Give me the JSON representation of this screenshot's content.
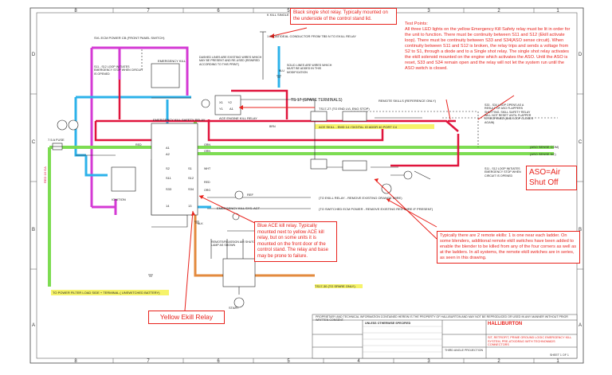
{
  "colors": {
    "red_wire": "#e0143c",
    "green_wire": "#7ddc52",
    "blue_wire": "#2cb2ea",
    "magenta_wire": "#d43ad4",
    "orange_wire": "#e38a3e",
    "yellow_band": "#f6f36a",
    "note_red": "#e8231d",
    "line_dark": "#222222"
  },
  "border": {
    "top_cols": [
      "8",
      "7",
      "6",
      "5",
      "4",
      "3",
      "2",
      "1"
    ],
    "bottom_cols": [
      "8",
      "7",
      "6",
      "5",
      "4",
      "3",
      "2",
      "1"
    ],
    "rows": [
      "D",
      "C",
      "B",
      "A"
    ]
  },
  "callouts": {
    "single_shot_relay": "Black single shot relay. Typically mounted on the underside of the control stand lid.",
    "ace_kill_relay": "Blue ACE kill relay. Typically mounted next to yellow ACE kill relay, but on some units it is mounted on the front door of the control stand. The relay and base may be prone to failure.",
    "remote_ekills": "Typically there are 2 remote ekills: 1 is one near each ladder. On some blenders, additional remote ekill switches have been added to enable the blender to be killed from any of the four corners as well as at the ladders. In all systems, the remote ekill switches are in series, as seen in this drawing.",
    "test_points_title": "Test Points:",
    "test_points_body": "All three LED lights on the yellow Emergency Kill Safety relay must be lit in order for the unit to function. There must be continuity between S11 and S12 (Ekill activate loop). There must be continuity between S33 and S34(ASO sense circuit). When continuity between S11 and S12 is broken, the relay trips and sends a voltage from S2 to S1, through a diode and to a Single shot relay. The single shot relay activates the ekill solenoid mounted on the engine which activates the ASO. Until the ASO is reset, S33 and S34 remain open and the relay will not let the system run until the ASO switch is closed.",
    "aso": "ASO=Air Shut Off",
    "yellow_ekill_relay": "Yellow Ekill Relay"
  },
  "schematic": {
    "kill_single_shot": "K KILL SINGLE SHOT (BASE SKILL)",
    "flow_conductor": "1 FLOAT/DEAL CONDUCTOR FROM TB5 N TO EKILL RELAY",
    "ecm_power": "SVL ECM POWER CB (FRONT PANEL SWITCH)",
    "s11_loop": "S11 - S12 LOOP INITIATES EMERGENCY STOP WHEN CIRCUIT IS OPENED",
    "dashed_lines": "DASHED LINES ARE EXISTING WIRES WHICH MAY BE PRESENT AND RE-USED (REWIRED ACCORDING TO THIS PRINT)",
    "solid_lines": "SOLID LINES ARE WIRES WHICH MUST BE ADDED IN THIS MODIFICATION",
    "emergency_kill": "EMERGENCY KILL",
    "ts17": "TS 17 (SPARE TERMINALS)",
    "remote_skills": "REMOTE SKILLS (REFERENCE ONLY)",
    "s33_loop": "S33 - S34 LOOP OPENS AS A RESULT OF ASO FLAPPERS SHUTTING. SKILL SAFETY RELAY WILL NOT RESET UNTIL FLAPPER IS REOPENED (AND LOOP CLOSES AGAIN)",
    "ace_skill_line": "ACE SKILL - EMD 14 / DIGITAL IO ADDR 40 PORT C4",
    "ts17_to_end": "TS17-27 (TO END LVL ENG STOP)",
    "ace_engine_kill_relay": "ACE ENGINE KILL RELAY",
    "emergency_kill_safety_relay": "EMERGENCY KILL SAFETY RELAY",
    "and_sense_com": "(ASO SENSE COM)",
    "and_sense_nc": "(ASO SENSE NC)",
    "s11_remote": "S11 - S12 LOOP INITIATES EMERGENCY STOP WHEN CIRCUIT IS OPENED",
    "to_ekill_relay": "(TO EKILL RELAY - REMOVE EXISTING ORANGE WIRE)",
    "to_switched_ecm": "(TO SWITCHED ECM POWER - REMOVE EXISTING RED WIRE IF PRESENT)",
    "ignition": "IGNITION",
    "emergency_kill_sys_act": "EMERGENCY KILL SYS. ACT",
    "reset_lamp": "REMOTE/REASSIGN AIR SHUTOFF LAMP AS SHOWN",
    "start": "START",
    "power_filter": "TO POWER FILTER LOAD SIDE + TERMINAL ( UNSWITCHED BATTERY)",
    "ts_spare": "TS17-30 (TO SPARE ONLY)",
    "fuse": "7.5 A FUSE",
    "red_label": "RED 16 GA",
    "ref": "REF"
  },
  "terminals": {
    "a1": "A1",
    "a2": "A2",
    "s1": "S1",
    "s2": "S2",
    "s11": "S11",
    "s12": "S12",
    "s33": "S33",
    "s34": "S34",
    "n14": "14",
    "n13": "13",
    "y1": "Y1",
    "y2": "Y2",
    "x1": "X1",
    "x2": "X2",
    "n86": "86",
    "n85": "85"
  },
  "wires": {
    "grn": "GRN",
    "red": "RED",
    "blu": "BLU",
    "wht": "WHT",
    "org": "ORG",
    "blk": "BLK",
    "brn": "BRN"
  },
  "title_block": {
    "company": "HALLIBURTON",
    "notice": "PROPRIETARY AND TECHNICAL INFORMATION CONTAINED HEREIN IS THE PROPERTY OF HALLIBURTON AND MAY NOT BE REPRODUCED OR USED IN ANY MANNER WITHOUT PRIOR WRITTEN CONSENT.",
    "unless_specified": "UNLESS OTHERWISE SPECIFIED",
    "drawing_title": "SIT, RETROFIT, PRIME GROUND LOGIC EMERGENCY KILL SYSTEM, PRE-ATX/DRAG WITH TECHNOMADS CONNECTORS",
    "third_angle": "THIRD ANGLE PROJECTION",
    "sheet": "SHEET 1 OF 1"
  }
}
